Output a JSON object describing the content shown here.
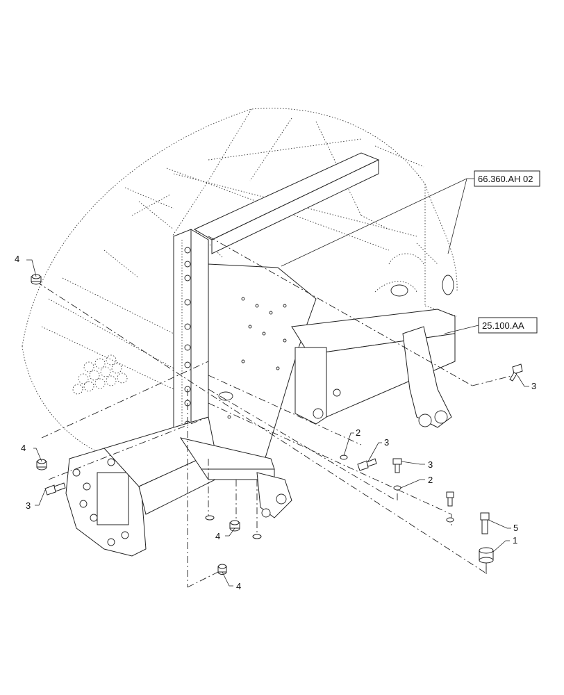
{
  "references": {
    "upper": "66.360.AH 02",
    "lower": "25.100.AA"
  },
  "callouts": {
    "c4_upper_left": "4",
    "c4_left": "4",
    "c3_left": "3",
    "c4_bottom_center": "4",
    "c4_bottom": "4",
    "c2_middle": "2",
    "c3_middle": "3",
    "c3_right_upper": "3",
    "c3_right_mid": "3",
    "c2_right": "2",
    "c5_right": "5",
    "c1_right": "1"
  },
  "colors": {
    "line": "#222222",
    "background": "#ffffff"
  }
}
